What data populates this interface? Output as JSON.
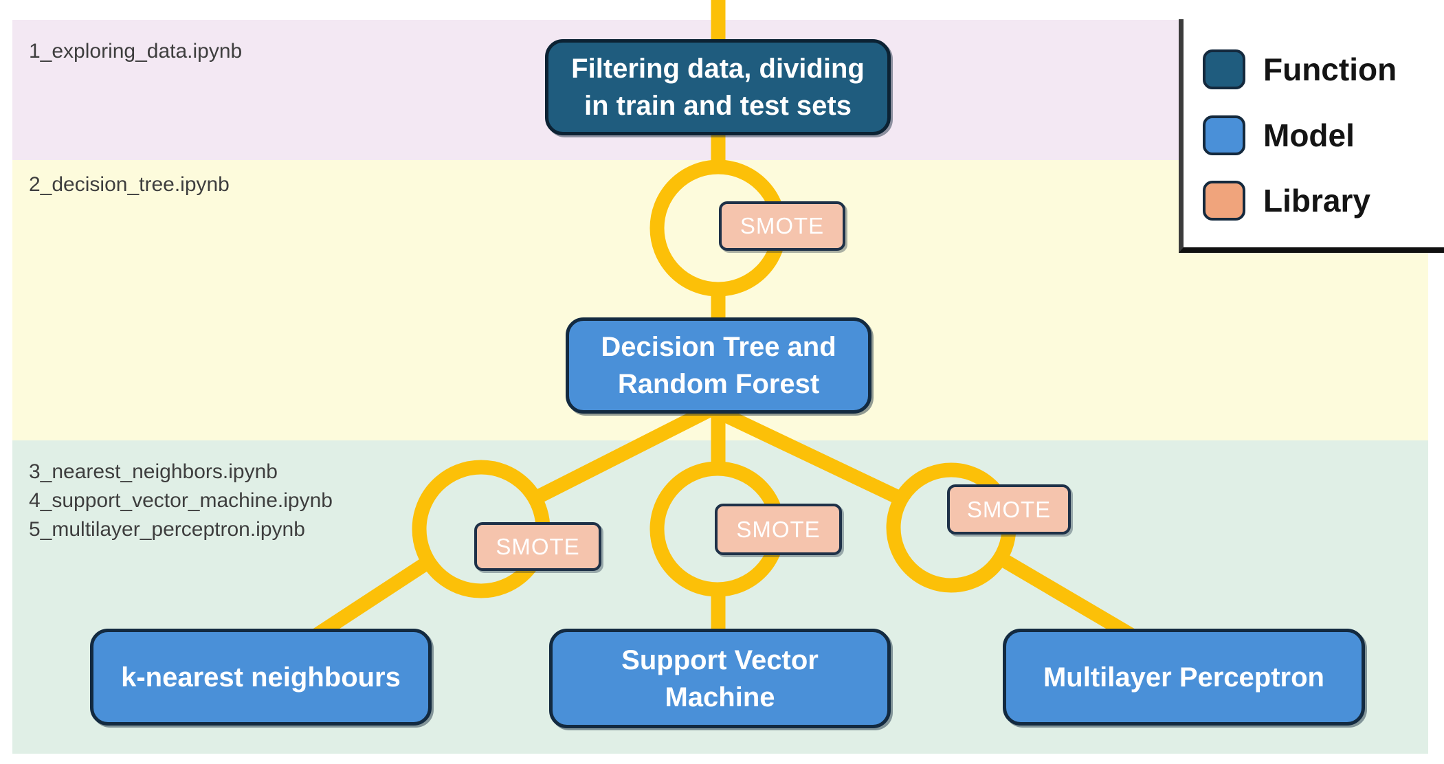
{
  "bands": {
    "exploring": {
      "label": "1_exploring_data.ipynb",
      "color": "#F3E8F3"
    },
    "decision_tree": {
      "label": "2_decision_tree.ipynb",
      "color": "#FDFBDC"
    },
    "models": {
      "labels": [
        "3_nearest_neighbors.ipynb",
        "4_support_vector_machine.ipynb",
        "5_multilayer_perceptron.ipynb"
      ],
      "color": "#E0EFE6"
    }
  },
  "nodes": {
    "filtering": {
      "line1": "Filtering data, dividing",
      "line2": "in train and test sets",
      "type": "Function"
    },
    "decision_tree": {
      "line1": "Decision Tree and",
      "line2": "Random Forest",
      "type": "Model"
    },
    "knn": {
      "label": "k-nearest neighbours",
      "type": "Model"
    },
    "svm": {
      "line1": "Support Vector",
      "line2": "Machine",
      "type": "Model"
    },
    "mlp": {
      "label": "Multilayer Perceptron",
      "type": "Model"
    },
    "smote": {
      "label": "SMOTE",
      "type": "Library"
    }
  },
  "legend": {
    "items": [
      {
        "label": "Function",
        "color": "#1F5C7E"
      },
      {
        "label": "Model",
        "color": "#4A90D8"
      },
      {
        "label": "Library",
        "color": "#F0A47C"
      }
    ]
  },
  "colors": {
    "connector": "#FCC008",
    "function_fill": "#1F5C7E",
    "model_fill": "#4A90D8",
    "library_fill": "#F5C4AD",
    "band1_bg": "#F3E8F3",
    "band2_bg": "#FDFBDC",
    "band3_bg": "#E0EFE6"
  }
}
